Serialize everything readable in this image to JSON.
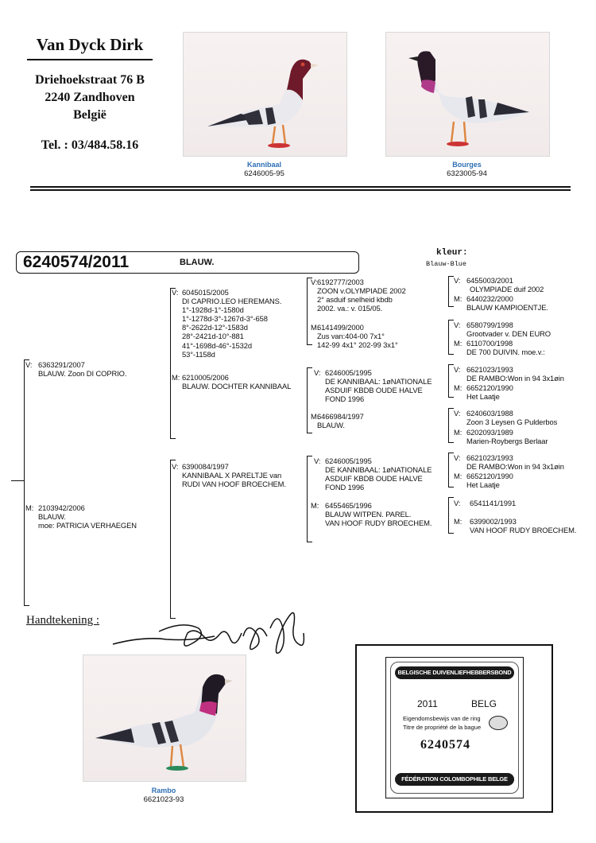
{
  "owner": {
    "name": "Van Dyck Dirk",
    "street": "Driehoekstraat 76 B",
    "city": "2240 Zandhoven",
    "country": "België",
    "phone": "Tel. : 03/484.58.16"
  },
  "photos": [
    {
      "name": "Kannibaal",
      "ring": "6246005-95"
    },
    {
      "name": "Bourges",
      "ring": "6323005-94"
    },
    {
      "name": "Rambo",
      "ring": "6621023-93"
    }
  ],
  "subject": {
    "ring": "6240574/2011",
    "color": "BLAUW.",
    "kleur_label": "kleur:",
    "kleur_value": "Blauw-Blue"
  },
  "signature_label": "Handtekening :",
  "gen1": {
    "father": {
      "tag": "V:",
      "lines": [
        "6363291/2007",
        "BLAUW. Zoon DI COPRIO."
      ]
    },
    "mother": {
      "tag": "M:",
      "lines": [
        "2103942/2006",
        "BLAUW.",
        "moe: PATRICIA VERHAEGEN"
      ]
    }
  },
  "gen2": {
    "ff": {
      "tag": "V:",
      "lines": [
        "6045015/2005",
        "DI CAPRIO.LEO HEREMANS.",
        "1°-1928d-1°-1580d",
        "1°-1278d-3°-1267d-3°-658",
        "8°-2622d-12°-1583d",
        "28°-2421d-10°-881",
        "41°-1698d-46°-1532d",
        "53°-1158d"
      ]
    },
    "fm": {
      "tag": "M:",
      "lines": [
        "6210005/2006",
        "BLAUW. DOCHTER KANNIBAAL"
      ]
    },
    "mf": {
      "tag": "V:",
      "lines": [
        "6390084/1997",
        "KANNIBAAL X PARELTJE van",
        "RUDI VAN HOOF BROECHEM."
      ]
    }
  },
  "gen3": {
    "fff": {
      "tag": "V:",
      "lines": [
        "6192777/2003",
        "ZOON v.OLYMPIADE 2002",
        "2° asduif snelheid kbdb",
        "2002. va.: v. 015/05."
      ]
    },
    "ffm": {
      "tag": "M:",
      "lines": [
        "6141499/2000",
        "Zus van:404-00 7x1°",
        "142-99 4x1° 202-99 3x1°"
      ]
    },
    "fmf": {
      "tag": "V:",
      "lines": [
        "6246005/1995",
        "DE KANNIBAAL: 1øNATIONALE",
        "ASDUIF KBDB OUDE HALVE",
        "FOND 1996"
      ]
    },
    "fmm": {
      "tag": "M:",
      "lines": [
        "6466984/1997",
        "BLAUW."
      ]
    },
    "mff": {
      "tag": "V:",
      "lines": [
        "6246005/1995",
        "DE KANNIBAAL: 1øNATIONALE",
        "ASDUIF KBDB OUDE HALVE",
        "FOND 1996"
      ]
    },
    "mfm": {
      "tag": "M:",
      "lines": [
        "6455465/1996",
        "BLAUW WITPEN. PAREL.",
        "VAN HOOF RUDY BROECHEM."
      ]
    }
  },
  "gen4": {
    "a1": {
      "tag": "V:",
      "lines": [
        "6455003/2001",
        "OLYMPIADE duif 2002"
      ]
    },
    "a2": {
      "tag": "M:",
      "lines": [
        "6440232/2000",
        "BLAUW KAMPIOENTJE."
      ]
    },
    "b1": {
      "tag": "V:",
      "lines": [
        "6580799/1998",
        "Grootvader v. DEN EURO"
      ]
    },
    "b2": {
      "tag": "M:",
      "lines": [
        "6110700/1998",
        "DE 700 DUIVIN. moe.v.:"
      ]
    },
    "c1": {
      "tag": "V:",
      "lines": [
        "6621023/1993",
        "DE RAMBO:Won in 94 3x1øin"
      ]
    },
    "c2": {
      "tag": "M:",
      "lines": [
        "6652120/1990",
        "Het Laatje"
      ]
    },
    "d1": {
      "tag": "V:",
      "lines": [
        "6240603/1988",
        "Zoon 3 Leysen G Pulderbos"
      ]
    },
    "d2": {
      "tag": "M:",
      "lines": [
        "6202093/1989",
        "Marien-Roybergs Berlaar"
      ]
    },
    "e1": {
      "tag": "V:",
      "lines": [
        "6621023/1993",
        "DE RAMBO:Won in 94 3x1øin"
      ]
    },
    "e2": {
      "tag": "M:",
      "lines": [
        "6652120/1990",
        "Het Laatje"
      ]
    },
    "f1": {
      "tag": "V:",
      "lines": [
        "6541141/1991"
      ]
    },
    "f2": {
      "tag": "M:",
      "lines": [
        "6399002/1993",
        "VAN HOOF RUDY BROECHEM."
      ]
    }
  },
  "certificate": {
    "top_banner": "BELGISCHE DUIVENLIEFHEBBERSBOND",
    "year": "2011",
    "country_code": "BELG",
    "line1": "Eigendomsbewijs van de ring",
    "line2": "Titre de propriété de la bague",
    "ring_number": "6240574",
    "bottom_banner": "FÉDÉRATION COLOMBOPHILE BELGE"
  }
}
